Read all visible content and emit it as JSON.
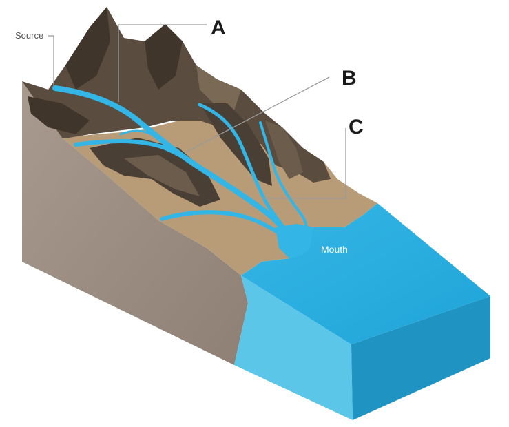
{
  "labels": {
    "source": "Source",
    "a": "A",
    "b": "B",
    "c": "C",
    "mouth": "Mouth"
  },
  "colors": {
    "rock_dark": "#4a3f34",
    "rock_mid": "#6b5c4b",
    "cliff_face": "#9a8c80",
    "valley_tan": "#b89c78",
    "river": "#33b5e5",
    "sea_top": "#2aaee0",
    "sea_front": "#5cc6e8",
    "sea_side": "#1f94c2"
  }
}
